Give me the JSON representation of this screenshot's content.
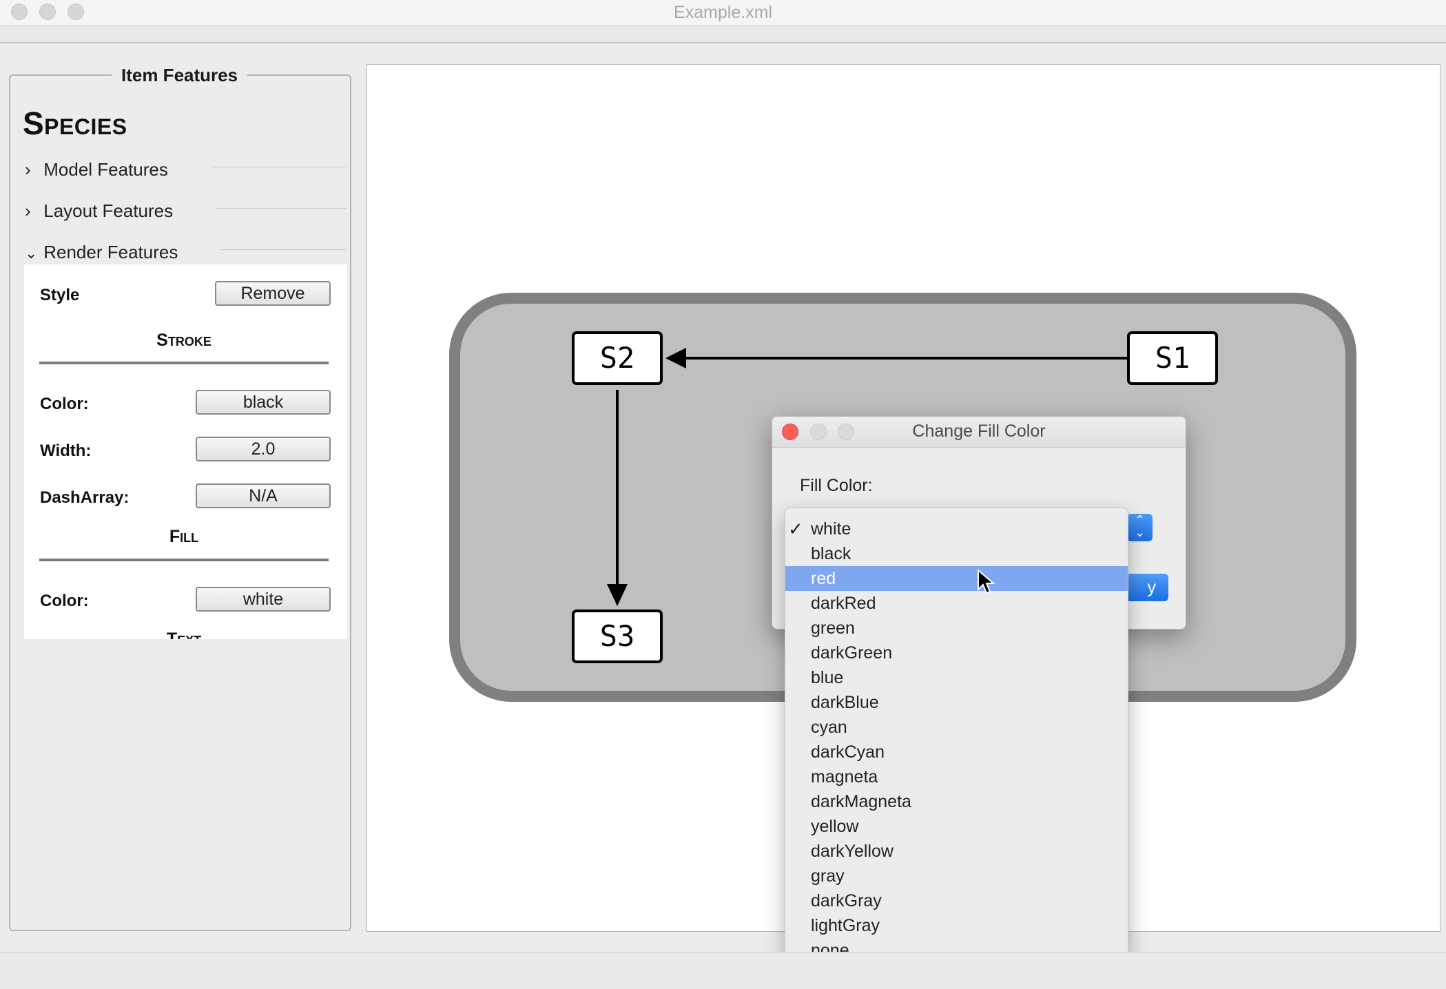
{
  "window": {
    "title": "Example.xml"
  },
  "panel": {
    "legend": "Item Features",
    "species_title": "Species",
    "sections": [
      {
        "label": "Model Features",
        "chevron": ">"
      },
      {
        "label": "Layout Features",
        "chevron": ">"
      },
      {
        "label": "Render Features",
        "chevron": "v"
      }
    ],
    "render": {
      "style_label": "Style",
      "remove_label": "Remove",
      "stroke_title": "Stroke",
      "stroke_color_label": "Color:",
      "stroke_color_value": "black",
      "width_label": "Width:",
      "width_value": "2.0",
      "dash_label": "DashArray:",
      "dash_value": "N/A",
      "fill_title": "Fill",
      "fill_color_label": "Color:",
      "fill_color_value": "white",
      "text_title": "Text"
    }
  },
  "diagram": {
    "nodes": [
      {
        "label": "S2"
      },
      {
        "label": "S1"
      },
      {
        "label": "S3"
      }
    ],
    "compartment_fill": "#bfbfbf",
    "compartment_stroke": "#808080"
  },
  "dialog": {
    "title": "Change Fill Color",
    "fill_label": "Fill Color:",
    "selected_value": "white",
    "apply_label": "y"
  },
  "dropdown": {
    "options": [
      "white",
      "black",
      "red",
      "darkRed",
      "green",
      "darkGreen",
      "blue",
      "darkBlue",
      "cyan",
      "darkCyan",
      "magneta",
      "darkMagneta",
      "yellow",
      "darkYellow",
      "gray",
      "darkGray",
      "lightGray",
      "none"
    ],
    "checked": "white",
    "highlighted": "red",
    "highlight_color": "#7fa7ef"
  }
}
